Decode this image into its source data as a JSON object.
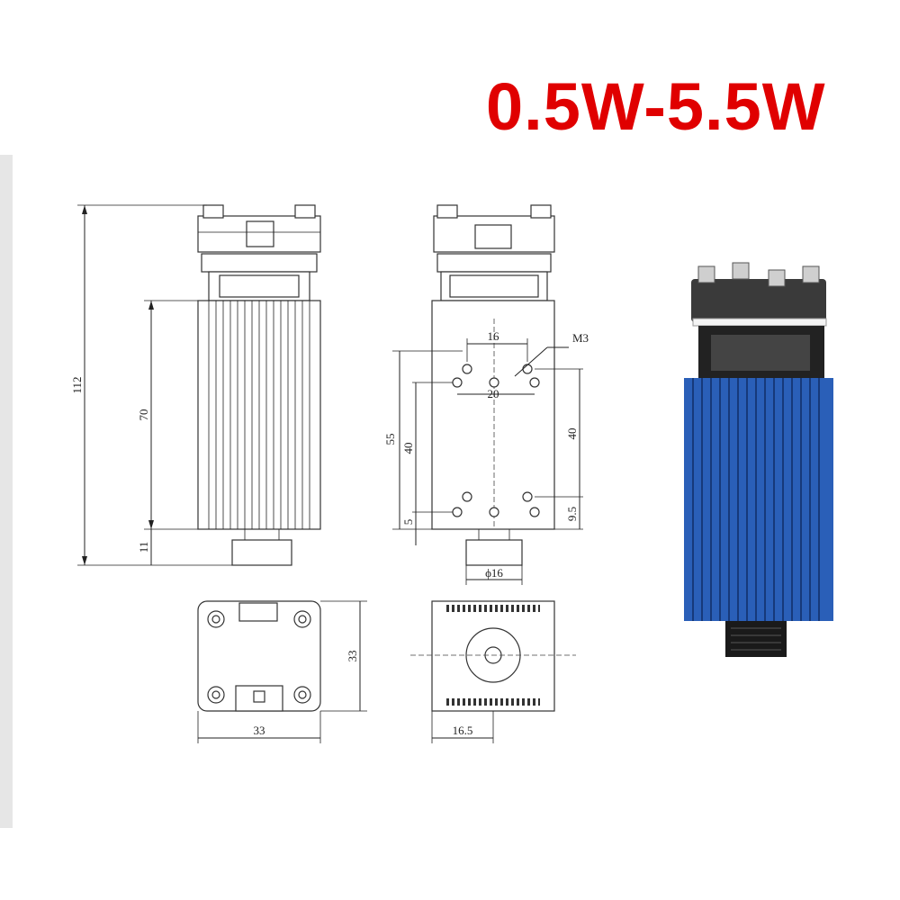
{
  "title": "0.5W-5.5W",
  "colors": {
    "title": "#e00000",
    "module_blue": "#2a5fb8"
  },
  "dimensions": {
    "total_height": "112",
    "heatsink_height": "70",
    "lens_height": "11",
    "hole_spacing_top": "16",
    "screw": "M3",
    "hole_spacing_mid": "20",
    "outer_vertical": "55",
    "inner_vertical_left": "40",
    "bottom_offset_left": "5",
    "inner_vertical_right": "40",
    "bottom_offset_right": "9.5",
    "lens_diameter": "ϕ16",
    "bottom_width": "33",
    "bottom_depth": "33",
    "bottom_half_width": "16.5"
  }
}
